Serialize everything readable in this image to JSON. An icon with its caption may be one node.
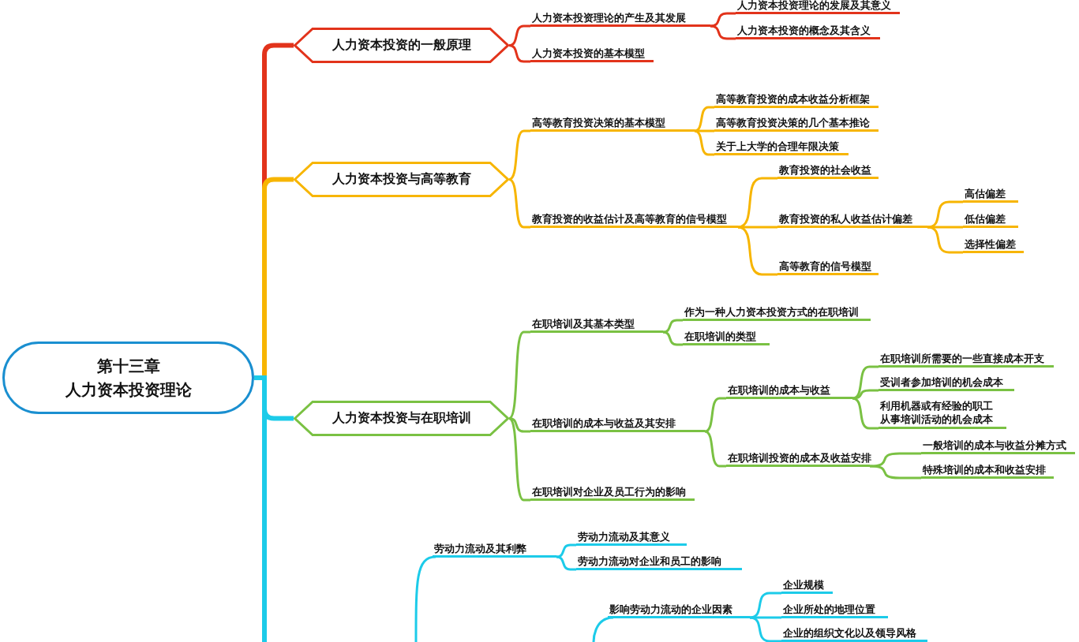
{
  "diagram": {
    "nodes": [
      {
        "text": [
          "第十三章",
          "人力资本投资理论"
        ]
      },
      {
        "text": [
          "人力资本投资的一般原理"
        ]
      },
      {
        "text": [
          "人力资本投资理论的产生及其发展"
        ]
      },
      {
        "text": [
          "人力资本投资理论的发展及其意义"
        ]
      },
      {
        "text": [
          "人力资本投资的概念及其含义"
        ]
      },
      {
        "text": [
          "人力资本投资的基本模型"
        ]
      },
      {
        "text": [
          "人力资本投资与高等教育"
        ]
      },
      {
        "text": [
          "高等教育投资决策的基本模型"
        ]
      },
      {
        "text": [
          "高等教育投资的成本收益分析框架"
        ]
      },
      {
        "text": [
          "高等教育投资决策的几个基本推论"
        ]
      },
      {
        "text": [
          "关于上大学的合理年限决策"
        ]
      },
      {
        "text": [
          "教育投资的收益估计及高等教育的信号模型"
        ]
      },
      {
        "text": [
          "教育投资的社会收益"
        ]
      },
      {
        "text": [
          "教育投资的私人收益估计偏差"
        ]
      },
      {
        "text": [
          "高估偏差"
        ]
      },
      {
        "text": [
          "低估偏差"
        ]
      },
      {
        "text": [
          "选择性偏差"
        ]
      },
      {
        "text": [
          "高等教育的信号模型"
        ]
      },
      {
        "text": [
          "人力资本投资与在职培训"
        ]
      },
      {
        "text": [
          "在职培训及其基本类型"
        ]
      },
      {
        "text": [
          "作为一种人力资本投资方式的在职培训"
        ]
      },
      {
        "text": [
          "在职培训的类型"
        ]
      },
      {
        "text": [
          "在职培训的成本与收益及其安排"
        ]
      },
      {
        "text": [
          "在职培训的成本与收益"
        ]
      },
      {
        "text": [
          "在职培训所需要的一些直接成本开支"
        ]
      },
      {
        "text": [
          "受训者参加培训的机会成本"
        ]
      },
      {
        "text": [
          "利用机器或有经验的职工从事培训活动的机会成本"
        ]
      },
      {
        "text": [
          "在职培训投资的成本及收益安排"
        ]
      },
      {
        "text": [
          "一般培训的成本与收益分摊方式"
        ]
      },
      {
        "text": [
          "特殊培训的成本和收益安排"
        ]
      },
      {
        "text": [
          "在职培训对企业及员工行为的影响"
        ]
      },
      {
        "text": [
          "劳动力流动及其利弊"
        ]
      },
      {
        "text": [
          "劳动力流动及其意义"
        ]
      },
      {
        "text": [
          "劳动力流动对企业和员工的影响"
        ]
      },
      {
        "text": [
          "影响劳动力流动的企业因素"
        ]
      },
      {
        "text": [
          "企业规模"
        ]
      },
      {
        "text": [
          "企业所处的地理位置"
        ]
      },
      {
        "text": [
          "企业的组织文化以及领导风格"
        ]
      }
    ],
    "edges": [
      {
        "from": 0,
        "to": 1,
        "arrow": "none",
        "style": "thick",
        "color": "#e2331b"
      },
      {
        "from": 0,
        "to": 6,
        "arrow": "none",
        "style": "thick",
        "color": "#f7b500"
      },
      {
        "from": 0,
        "to": 18,
        "arrow": "none",
        "style": "thick",
        "color": "#1ccbe9"
      },
      {
        "from": 0,
        "to": null,
        "arrow": "none",
        "style": "thick",
        "color": "#1ccbe9"
      },
      {
        "from": 1,
        "to": 2,
        "arrow": "none",
        "color": "#e2331b"
      },
      {
        "from": 2,
        "to": 3,
        "arrow": "none",
        "color": "#e2331b"
      },
      {
        "from": 2,
        "to": 4,
        "arrow": "none",
        "color": "#e2331b"
      },
      {
        "from": 1,
        "to": 5,
        "arrow": "none",
        "color": "#e2331b"
      },
      {
        "from": 6,
        "to": 7,
        "arrow": "none",
        "color": "#f7b500"
      },
      {
        "from": 7,
        "to": 8,
        "arrow": "none",
        "color": "#f7b500"
      },
      {
        "from": 7,
        "to": 9,
        "arrow": "none",
        "color": "#f7b500"
      },
      {
        "from": 7,
        "to": 10,
        "arrow": "none",
        "color": "#f7b500"
      },
      {
        "from": 6,
        "to": 11,
        "arrow": "none",
        "color": "#f7b500"
      },
      {
        "from": 11,
        "to": 12,
        "arrow": "none",
        "color": "#f7b500"
      },
      {
        "from": 11,
        "to": 13,
        "arrow": "none",
        "color": "#f7b500"
      },
      {
        "from": 13,
        "to": 14,
        "arrow": "none",
        "color": "#f7b500"
      },
      {
        "from": 13,
        "to": 15,
        "arrow": "none",
        "color": "#f7b500"
      },
      {
        "from": 13,
        "to": 16,
        "arrow": "none",
        "color": "#f7b500"
      },
      {
        "from": 11,
        "to": 17,
        "arrow": "none",
        "color": "#f7b500"
      },
      {
        "from": 18,
        "to": 19,
        "arrow": "none",
        "color": "#7ac143"
      },
      {
        "from": 19,
        "to": 20,
        "arrow": "none",
        "color": "#7ac143"
      },
      {
        "from": 19,
        "to": 21,
        "arrow": "none",
        "color": "#7ac143"
      },
      {
        "from": 18,
        "to": 22,
        "arrow": "none",
        "color": "#7ac143"
      },
      {
        "from": 22,
        "to": 23,
        "arrow": "none",
        "color": "#7ac143"
      },
      {
        "from": 23,
        "to": 24,
        "arrow": "none",
        "color": "#7ac143"
      },
      {
        "from": 23,
        "to": 25,
        "arrow": "none",
        "color": "#7ac143"
      },
      {
        "from": 23,
        "to": 26,
        "arrow": "none",
        "color": "#7ac143"
      },
      {
        "from": 22,
        "to": 27,
        "arrow": "none",
        "color": "#7ac143"
      },
      {
        "from": 27,
        "to": 28,
        "arrow": "none",
        "color": "#7ac143"
      },
      {
        "from": 27,
        "to": 29,
        "arrow": "none",
        "color": "#7ac143"
      },
      {
        "from": 18,
        "to": 30,
        "arrow": "none",
        "color": "#7ac143"
      },
      {
        "from": null,
        "to": 31,
        "arrow": "none",
        "color": "#1ccbe9"
      },
      {
        "from": 31,
        "to": 32,
        "arrow": "none",
        "color": "#1ccbe9"
      },
      {
        "from": 31,
        "to": 33,
        "arrow": "none",
        "color": "#1ccbe9"
      },
      {
        "from": null,
        "to": 34,
        "arrow": "none",
        "color": "#1ccbe9"
      },
      {
        "from": 34,
        "to": 35,
        "arrow": "none",
        "color": "#1ccbe9"
      },
      {
        "from": 34,
        "to": 36,
        "arrow": "none",
        "color": "#1ccbe9"
      },
      {
        "from": 34,
        "to": 37,
        "arrow": "none",
        "color": "#1ccbe9"
      }
    ]
  }
}
